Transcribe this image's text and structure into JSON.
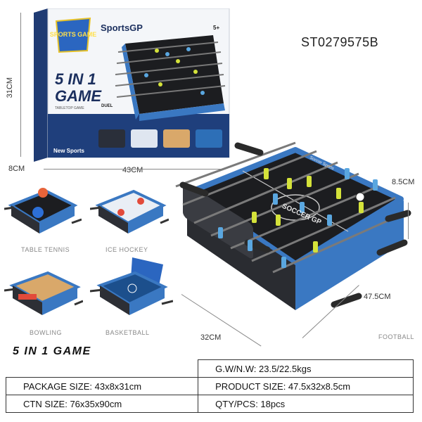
{
  "sku": "ST0279575B",
  "box": {
    "brand": "SportsGP",
    "logo_text": "SPORTS GAME",
    "title_line1": "5 IN 1",
    "title_line2": "GAME",
    "subtitle": "TABLETOP GAME",
    "badge": "DUEL",
    "age": "5+",
    "new_label": "New Sports"
  },
  "dimensions": {
    "box_height": "31CM",
    "box_depth": "8CM",
    "box_width": "43CM",
    "product_height": "8.5CM",
    "product_length": "47.5CM",
    "product_width": "32CM"
  },
  "games": [
    {
      "label": "TABLE TENNIS"
    },
    {
      "label": "ICE HOCKEY"
    },
    {
      "label": "BOWLING"
    },
    {
      "label": "BASKETBALL"
    },
    {
      "label": "FOOTBALL"
    }
  ],
  "main_table": {
    "center_text": "SOCCER GP",
    "side_text": "Soccer Sports"
  },
  "heading": "5 IN 1 GAME",
  "specs": {
    "gw_nw": "G.W/N.W:  23.5/22.5kgs",
    "package_size": "PACKAGE SIZE:  43x8x31cm",
    "product_size": "PRODUCT SIZE:  47.5x32x8.5cm",
    "ctn_size": "CTN SIZE:  76x35x90cm",
    "qty_pcs": "QTY/PCS:  18pcs"
  },
  "colors": {
    "accent_blue": "#3a78c2",
    "table_black": "#1c1d20",
    "player_yellow": "#d4e23a",
    "player_blue": "#5aa7e0"
  }
}
